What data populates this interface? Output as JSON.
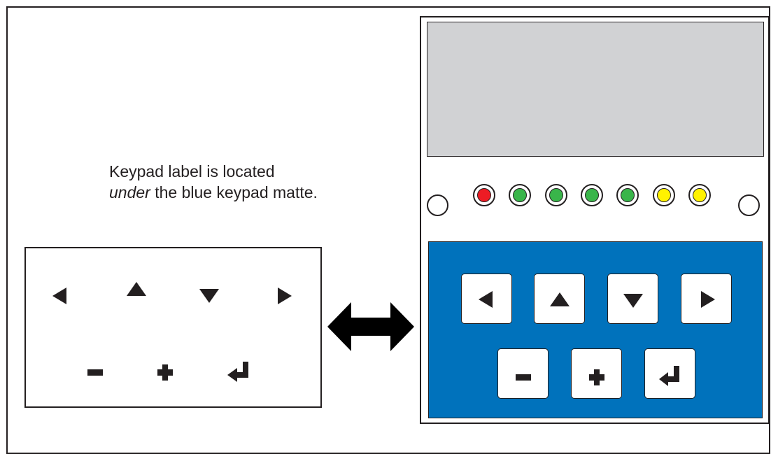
{
  "caption": {
    "line1": "Keypad label is located",
    "line2_emphasis": "under",
    "line2_rest": " the blue keypad matte."
  },
  "keypad_label": {
    "icons": [
      "left-arrow-icon",
      "up-arrow-icon",
      "down-arrow-icon",
      "right-arrow-icon",
      "minus-icon",
      "plus-icon",
      "enter-icon"
    ]
  },
  "connector": {
    "icon": "double-headed-arrow-icon"
  },
  "device": {
    "display": {
      "color": "#d1d2d4"
    },
    "leds": [
      {
        "color": "#ed1c24"
      },
      {
        "color": "#39b54a"
      },
      {
        "color": "#39b54a"
      },
      {
        "color": "#39b54a"
      },
      {
        "color": "#39b54a"
      },
      {
        "color": "#fff200"
      },
      {
        "color": "#fff200"
      }
    ],
    "matte_color": "#0072bc",
    "keys": [
      "left",
      "up",
      "down",
      "right",
      "minus",
      "plus",
      "enter"
    ]
  },
  "colors": {
    "line": "#231f20",
    "background": "#ffffff"
  }
}
